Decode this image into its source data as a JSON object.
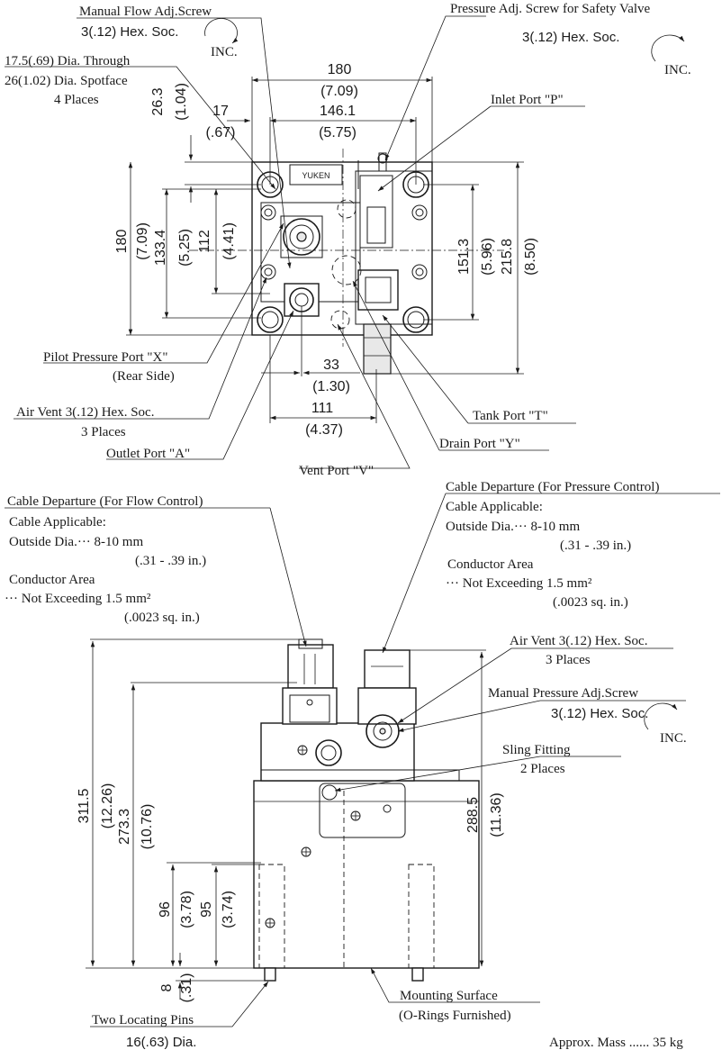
{
  "top_view": {
    "manual_flow_adj_screw": "Manual Flow Adj.Screw",
    "flow_hex_soc": "3(.12) Hex. Soc.",
    "inc_flow": "INC.",
    "through_hole": "17.5(.69) Dia. Through",
    "spotface": "26(1.02) Dia. Spotface",
    "four_places": "4 Places",
    "pressure_adj_screw": "Pressure Adj. Screw for Safety Valve",
    "pressure_hex_soc": "3(.12) Hex. Soc.",
    "inc_pressure": "INC.",
    "inlet_port": "Inlet Port \"P\"",
    "pilot_port": "Pilot Pressure Port \"X\"",
    "rear_side": "(Rear Side)",
    "air_vent": "Air Vent 3(.12) Hex. Soc.",
    "three_places": "3 Places",
    "outlet_port": "Outlet Port \"A\"",
    "vent_port": "Vent Port \"V\"",
    "tank_port": "Tank Port \"T\"",
    "drain_port": "Drain Port \"Y\"",
    "nameplate": "YUKEN",
    "dims": {
      "w180": "180",
      "w180_in": "(7.09)",
      "w146": "146.1",
      "w146_in": "(5.75)",
      "d17": "17",
      "d17_in": "(.67)",
      "d26": "26.3",
      "d26_in": "(1.04)",
      "h180": "180",
      "h180_in": "(7.09)",
      "h133": "133.4",
      "h133_in": "(5.25)",
      "h112": "112",
      "h112_in": "(4.41)",
      "h151": "151.3",
      "h151_in": "(5.96)",
      "h215": "215.8",
      "h215_in": "(8.50)",
      "d33": "33",
      "d33_in": "(1.30)",
      "d111": "111",
      "d111_in": "(4.37)"
    }
  },
  "front_view": {
    "cable_flow_title": "Cable Departure (For Flow Control)",
    "cable_flow_applicable": "Cable Applicable:",
    "cable_flow_od": "Outside Dia.···  8-10  mm",
    "cable_flow_od_in": "(.31 - .39  in.)",
    "cable_flow_cond": "Conductor Area",
    "cable_flow_notexc": "··· Not Exceeding 1.5  mm²",
    "cable_flow_sqin": "(.0023  sq. in.)",
    "cable_press_title": "Cable Departure (For Pressure Control)",
    "cable_press_applicable": "Cable Applicable:",
    "cable_press_od": "Outside Dia.···  8-10  mm",
    "cable_press_od_in": "(.31 - .39  in.)",
    "cable_press_cond": "Conductor Area",
    "cable_press_notexc": "··· Not Exceeding 1.5  mm²",
    "cable_press_sqin": "(.0023  sq. in.)",
    "air_vent": "Air Vent 3(.12) Hex. Soc.",
    "three_places": "3 Places",
    "manual_pressure_adj": "Manual Pressure Adj.Screw",
    "pressure_hex_soc": "3(.12) Hex. Soc.",
    "inc": "INC.",
    "sling_fitting": "Sling Fitting",
    "two_places": "2 Places",
    "mounting_surface": "Mounting Surface",
    "o_rings": "(O-Rings Furnished)",
    "locating_pins": "Two Locating Pins",
    "pin_dia": "16(.63) Dia.",
    "mass": "Approx. Mass ...... 35 kg",
    "dims": {
      "h311": "311.5",
      "h311_in": "(12.26)",
      "h273": "273.3",
      "h273_in": "(10.76)",
      "h288": "288.5",
      "h288_in": "(11.36)",
      "h96": "96",
      "h96_in": "(3.78)",
      "h95": "95",
      "h95_in": "(3.74)",
      "h8": "8",
      "h8_in": "(.31)"
    }
  }
}
